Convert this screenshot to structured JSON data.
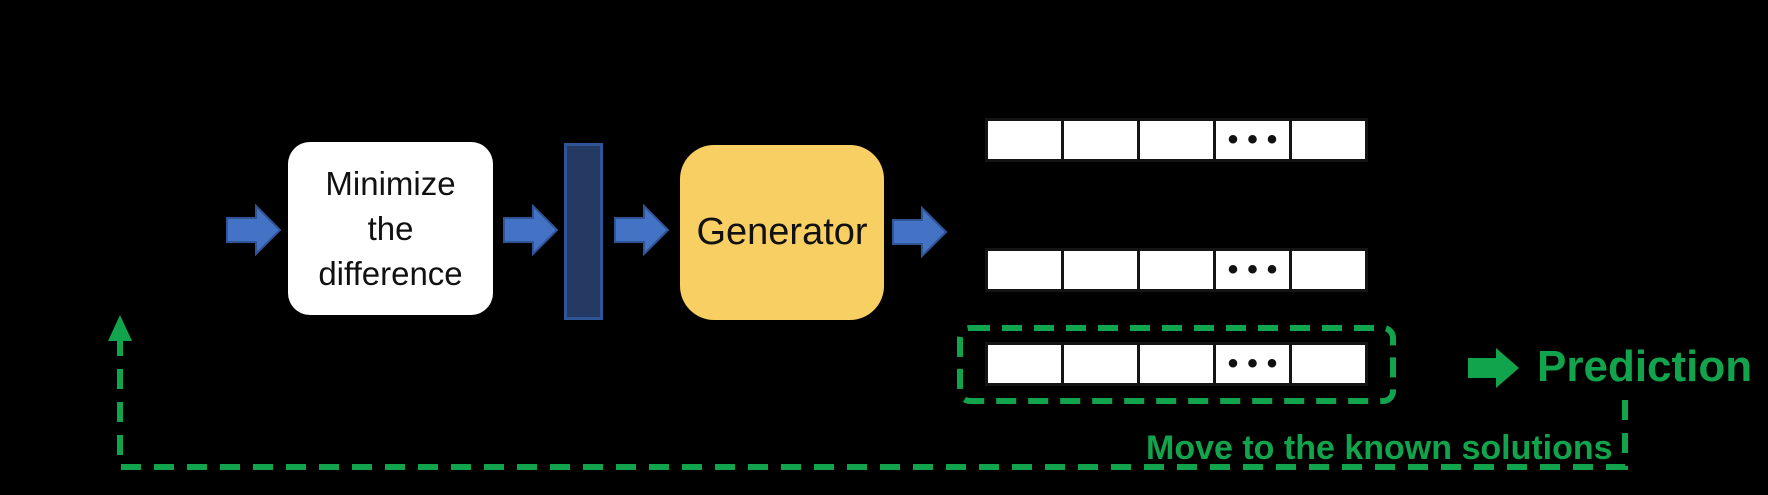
{
  "canvas": {
    "background": "#000000"
  },
  "palette": {
    "flow_arrow_blue": "#4472C4",
    "flow_arrow_border": "#2F5597",
    "latent_bar_fill": "#243A63",
    "latent_bar_border": "#2F5597",
    "generator_yellow": "#F8CF63",
    "accent_green": "#12A44C",
    "box_white": "#FFFFFF",
    "text_black": "#111111"
  },
  "minimize_box": {
    "line1": "Minimize",
    "line2": "the",
    "line3": "difference"
  },
  "generator_box": {
    "label": "Generator"
  },
  "solution_rows": [
    {
      "cells": [
        "",
        "",
        "",
        "•••",
        ""
      ]
    },
    {
      "cells": [
        "",
        "",
        "",
        "•••",
        ""
      ]
    },
    {
      "cells": [
        "",
        "",
        "",
        "•••",
        ""
      ]
    }
  ],
  "prediction": {
    "label": "Prediction"
  },
  "feedback": {
    "label": "Move to the known solutions"
  }
}
